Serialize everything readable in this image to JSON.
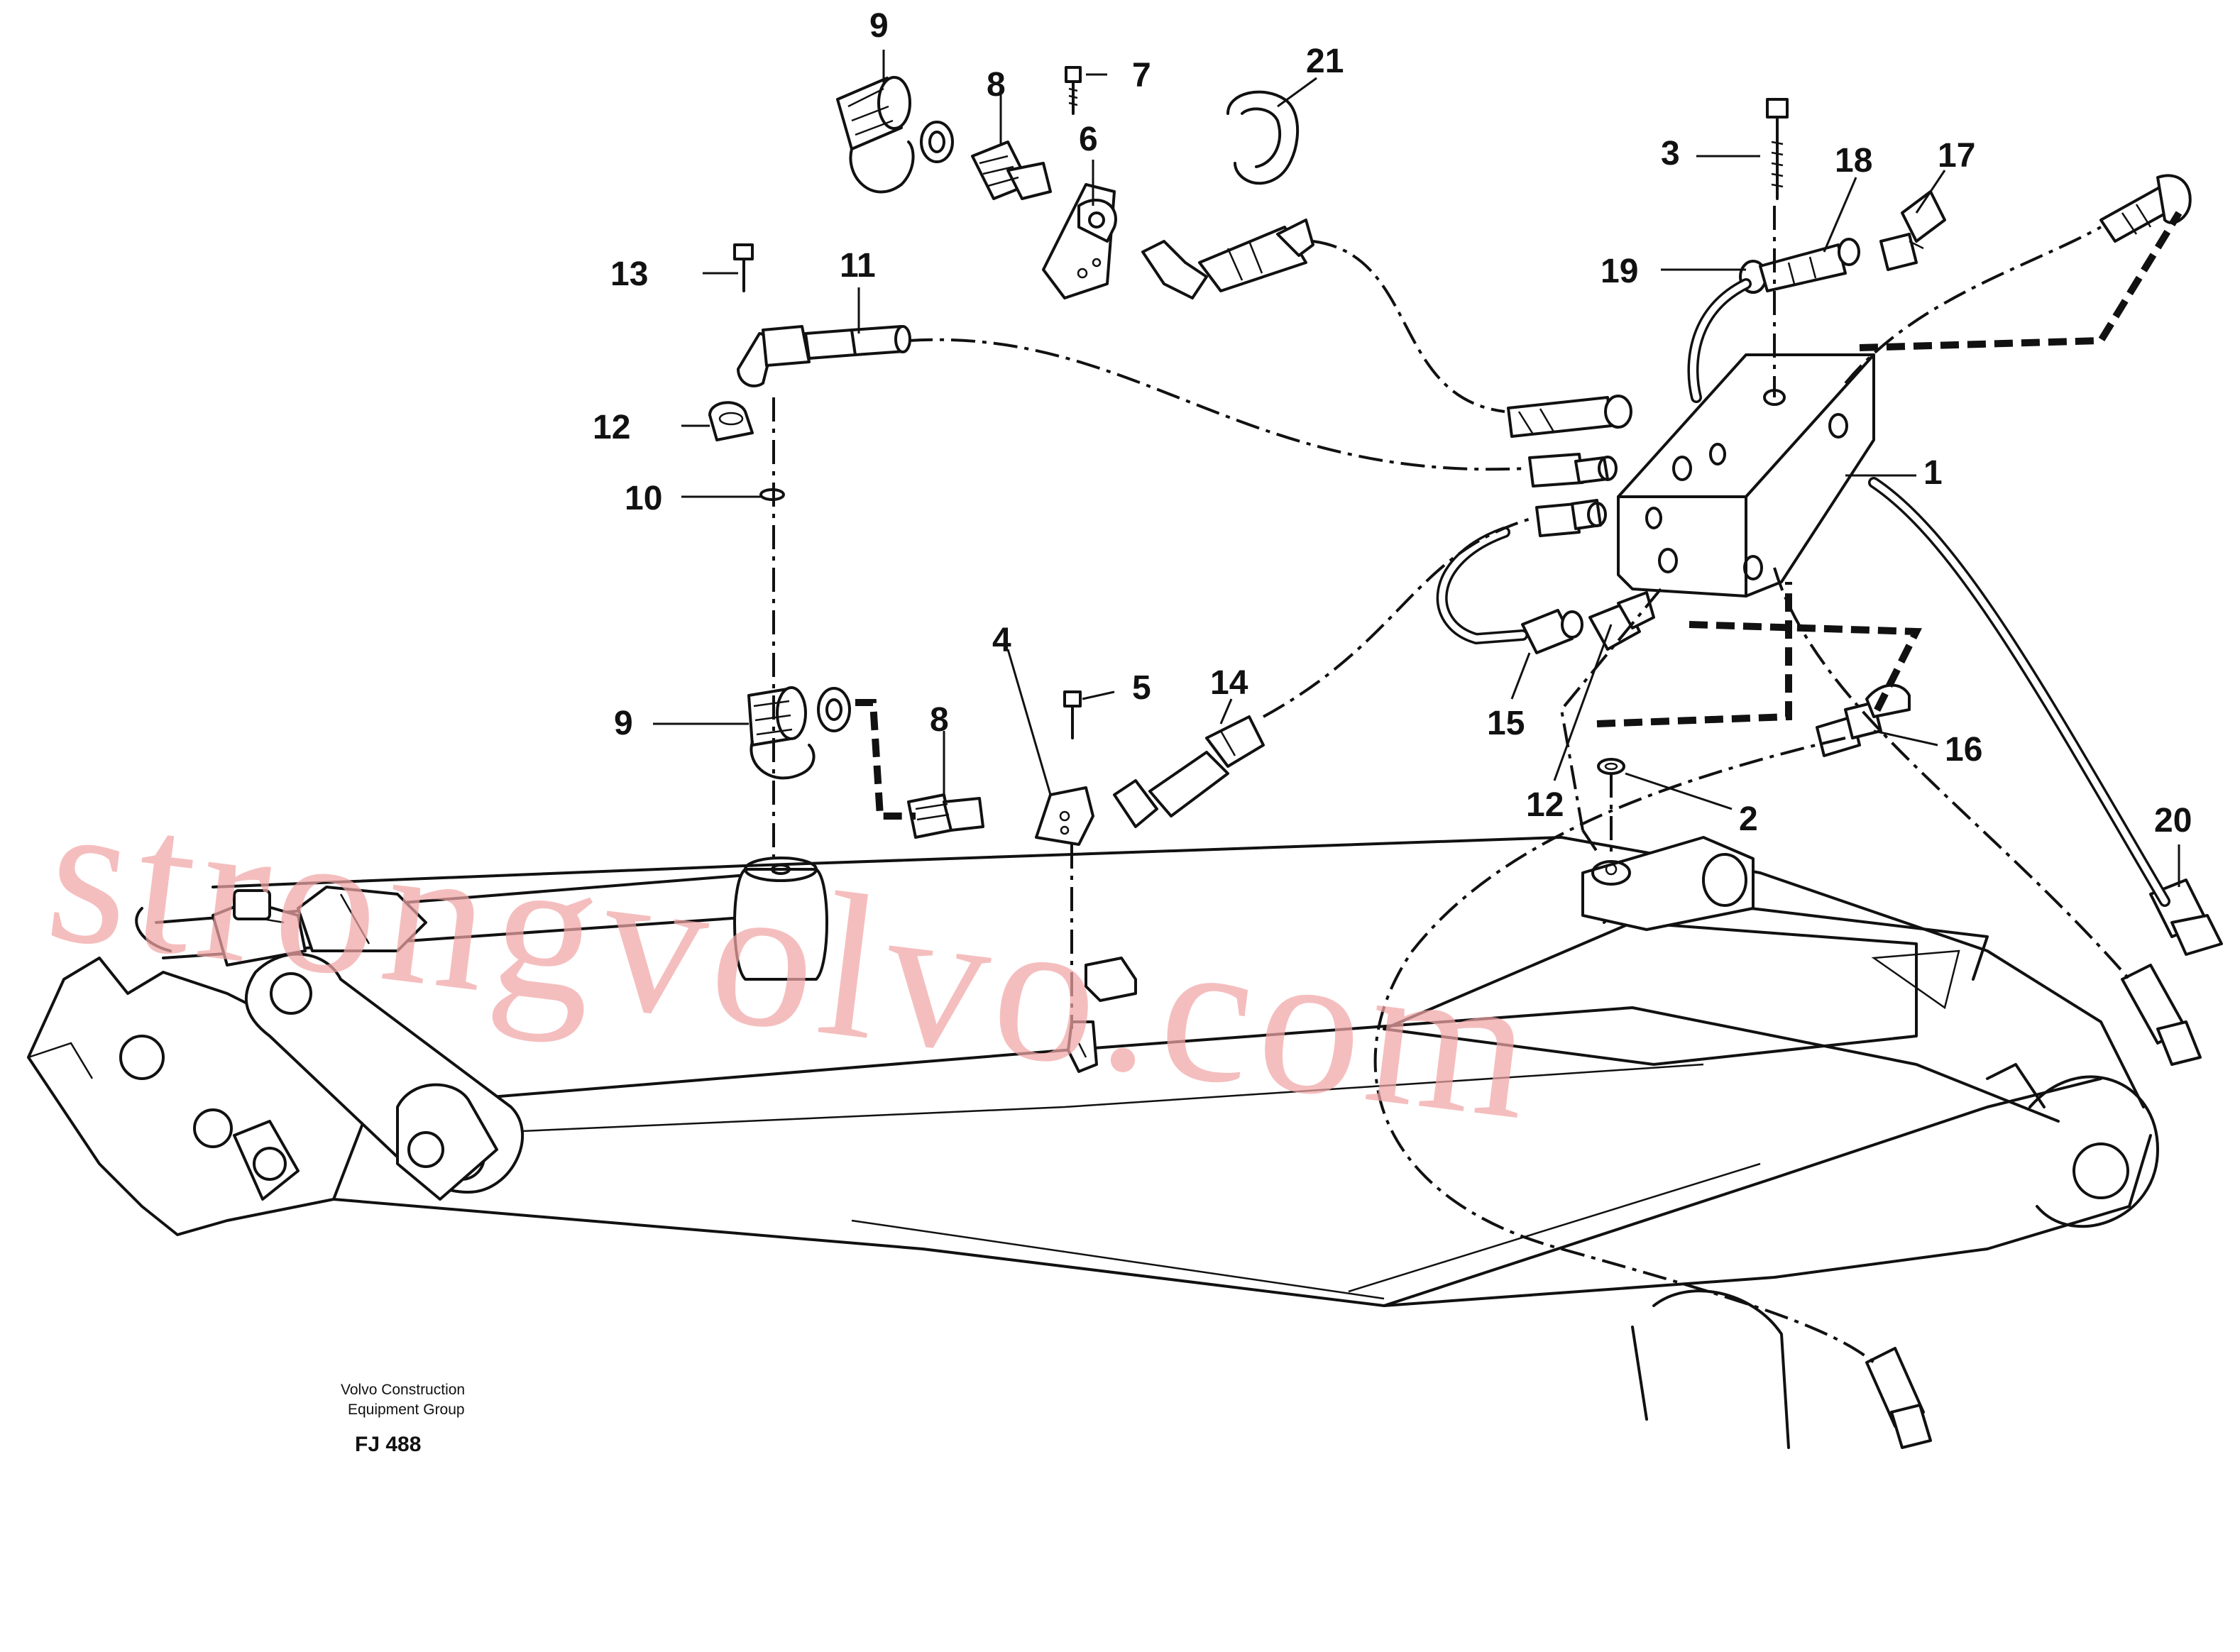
{
  "watermark": "strongvolvo.com",
  "footer": {
    "company_line1": "Volvo Construction",
    "company_line2": "Equipment Group",
    "drawing_code": "FJ 488"
  },
  "callouts": {
    "c1": "1",
    "c2": "2",
    "c3": "3",
    "c4": "4",
    "c5": "5",
    "c6": "6",
    "c7": "7",
    "c8_top": "8",
    "c8_mid": "8",
    "c9_top": "9",
    "c9_mid": "9",
    "c10": "10",
    "c11": "11",
    "c12_top": "12",
    "c12_mid": "12",
    "c13": "13",
    "c14": "14",
    "c15": "15",
    "c16": "16",
    "c17": "17",
    "c18": "18",
    "c19": "19",
    "c20": "20",
    "c21": "21"
  }
}
